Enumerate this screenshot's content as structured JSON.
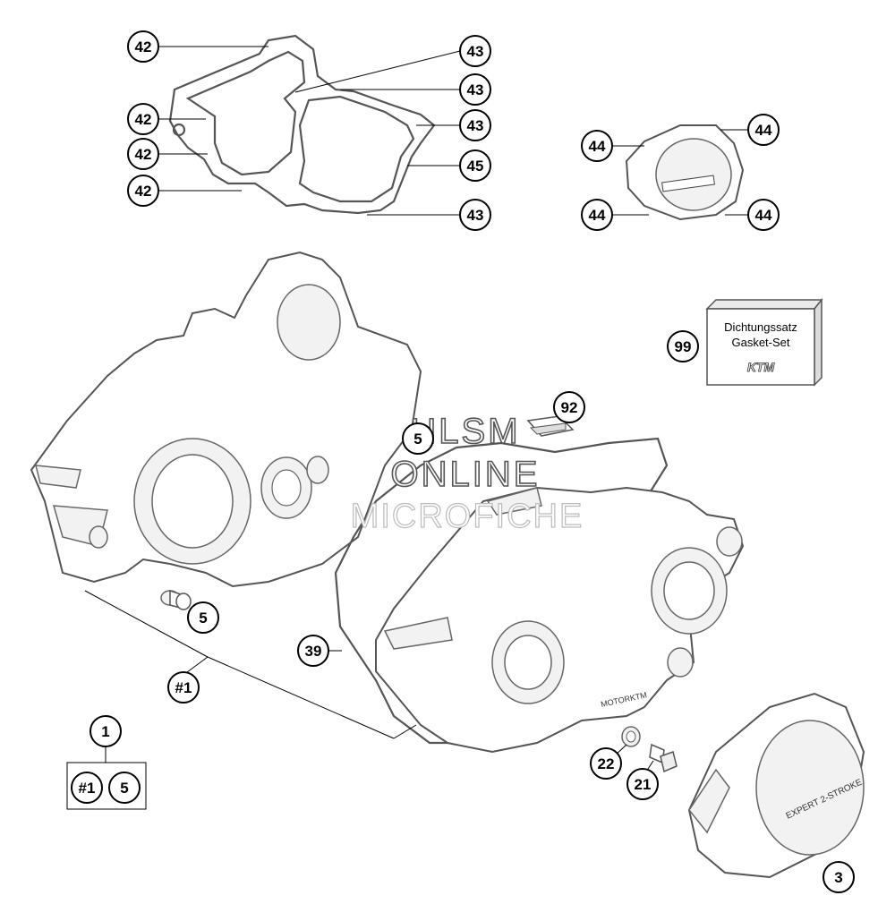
{
  "diagram": {
    "callouts": [
      "42",
      "42",
      "42",
      "42",
      "43",
      "43",
      "43",
      "43",
      "45",
      "44",
      "44",
      "44",
      "44",
      "99",
      "92",
      "5",
      "5",
      "39",
      "#1",
      "1",
      "#1",
      "5",
      "22",
      "21",
      "3"
    ],
    "box_label": {
      "line1": "Dichtungssatz",
      "line2": "Gasket-Set",
      "brand": "KTM"
    },
    "watermark": {
      "line1": "HLSM",
      "line2": "ONLINE",
      "line3": "MICROFICHE"
    },
    "cover_text": "EXPERT 2-STROKE",
    "case_text": "MOTORKTM"
  }
}
